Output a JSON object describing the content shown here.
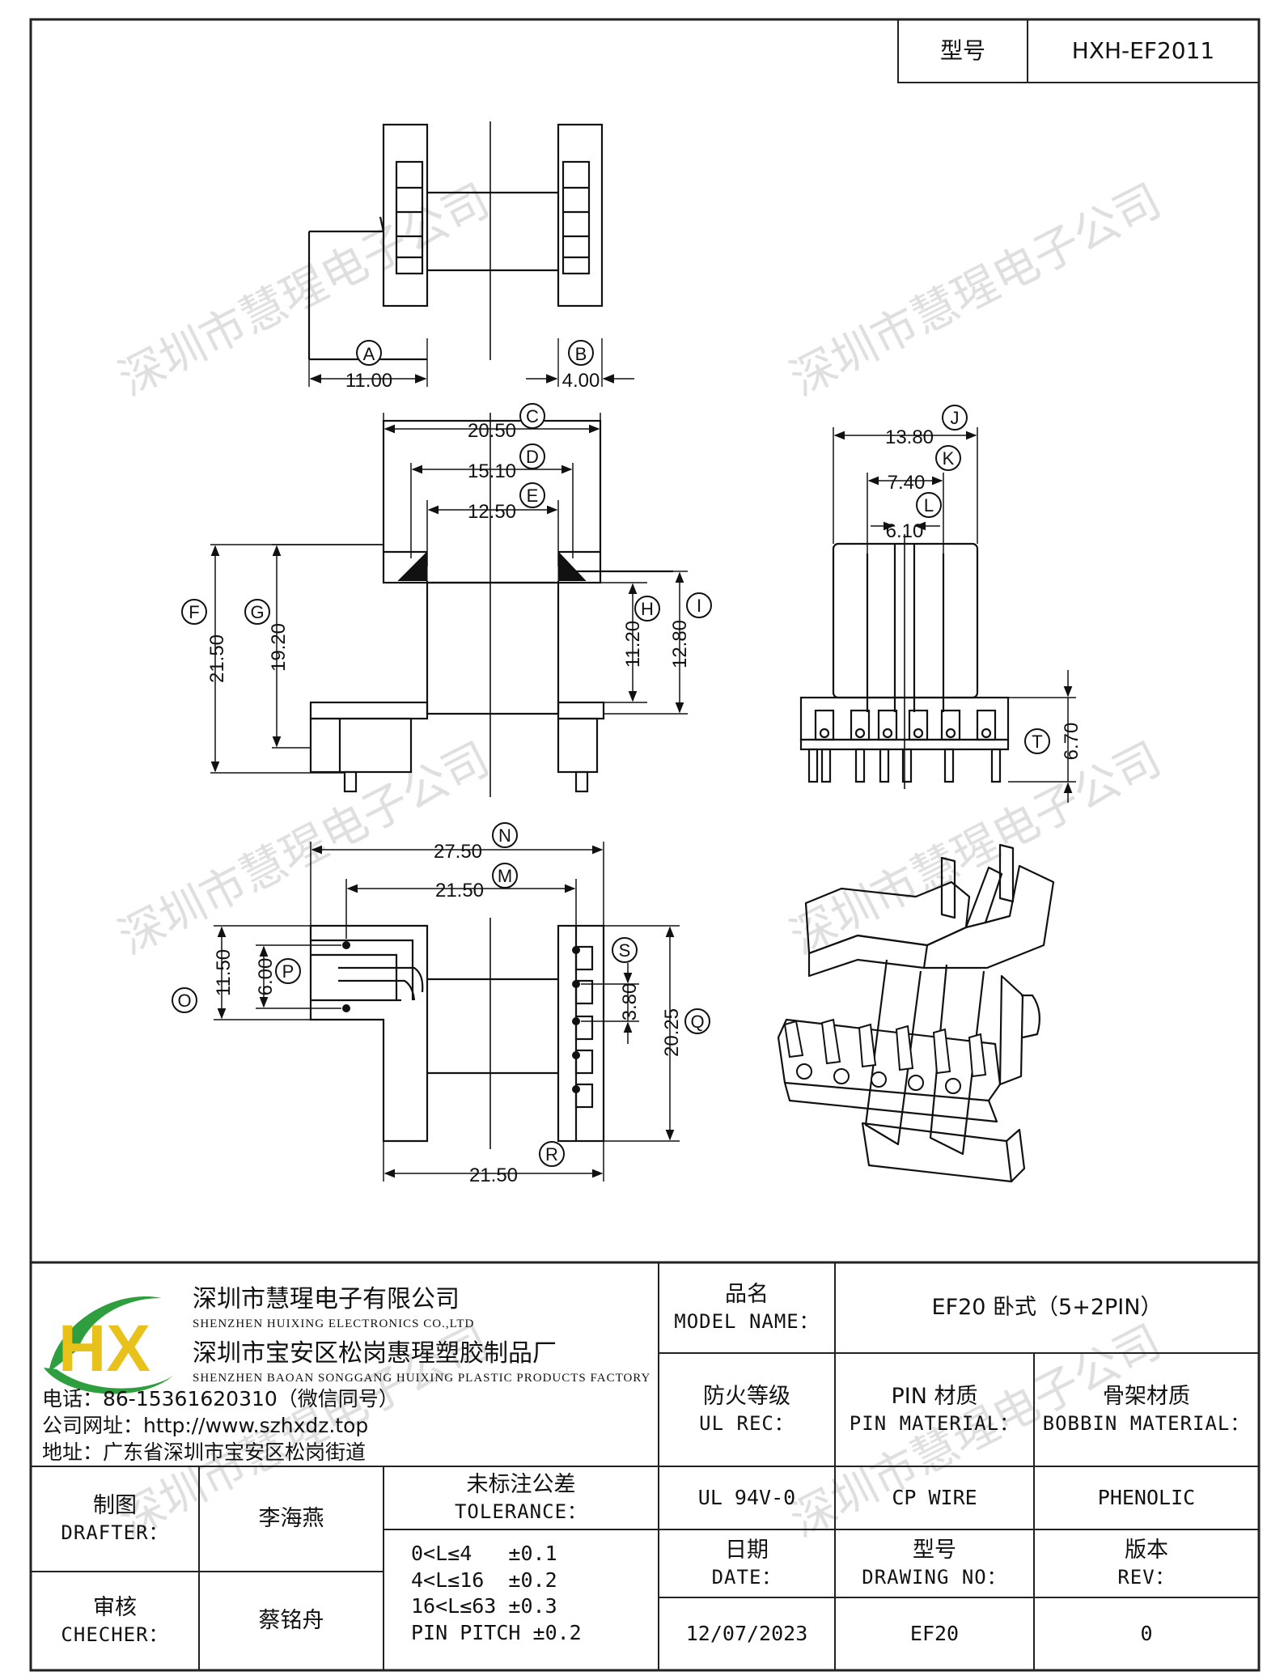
{
  "header": {
    "model_label": "型号",
    "model_value": "HXH-EF2011"
  },
  "watermark": "深圳市慧瑆电子公司",
  "dimensions": {
    "A": {
      "label": "A",
      "value": "11.00"
    },
    "B": {
      "label": "B",
      "value": "4.00"
    },
    "C": {
      "label": "C",
      "value": "20.50"
    },
    "D": {
      "label": "D",
      "value": "15.10"
    },
    "E": {
      "label": "E",
      "value": "12.50"
    },
    "F": {
      "label": "F",
      "value": "21.50"
    },
    "G": {
      "label": "G",
      "value": "19.20"
    },
    "H": {
      "label": "H",
      "value": "11.20"
    },
    "I": {
      "label": "I",
      "value": "12.80"
    },
    "J": {
      "label": "J",
      "value": "13.80"
    },
    "K": {
      "label": "K",
      "value": "7.40"
    },
    "L": {
      "label": "L",
      "value": "6.10"
    },
    "T": {
      "label": "T",
      "value": "6.70"
    },
    "N": {
      "label": "N",
      "value": "27.50"
    },
    "M": {
      "label": "M",
      "value": "21.50"
    },
    "O": {
      "label": "O",
      "value": "11.50"
    },
    "P": {
      "label": "P",
      "value": "6.00"
    },
    "S": {
      "label": "S",
      "value": "3.80"
    },
    "Q": {
      "label": "Q",
      "value": "20.25"
    },
    "R": {
      "label": "R",
      "value": "21.50"
    }
  },
  "logo": {
    "letters": "HX",
    "colors": {
      "green": "#2e9e3e",
      "yellow": "#e8c21a",
      "blue": "#2a6fb5"
    }
  },
  "company": {
    "name_cn": "深圳市慧瑆电子有限公司",
    "name_en": "SHENZHEN HUIXING ELECTRONICS CO.,LTD",
    "factory_cn": "深圳市宝安区松岗惠瑆塑胶制品厂",
    "factory_en": "SHENZHEN BAOAN SONGGANG HUIXING PLASTIC PRODUCTS FACTORY",
    "phone": "电话：86-15361620310（微信同号）",
    "website": "公司网址：http://www.szhxdz.top",
    "address": "地址：广东省深圳市宝安区松岗街道"
  },
  "title_block": {
    "model_name_cn": "品名",
    "model_name_en": "MODEL NAME：",
    "model_name_value": "EF20 卧式（5+2PIN）",
    "ul_rec_cn": "防火等级",
    "ul_rec_en": "UL REC：",
    "pin_material_cn": "PIN 材质",
    "pin_material_en": "PIN MATERIAL：",
    "bobbin_material_cn": "骨架材质",
    "bobbin_material_en": "BOBBIN MATERIAL：",
    "ul_rec_value": "UL 94V-0",
    "pin_material_value": "CP WIRE",
    "bobbin_material_value": "PHENOLIC",
    "drafter_cn": "制图",
    "drafter_en": "DRAFTER：",
    "drafter_value": "李海燕",
    "tolerance_cn": "未标注公差",
    "tolerance_en": "TOLERANCE：",
    "tolerances": [
      "0<L≤4   ±0.1",
      "4<L≤16  ±0.2",
      "16<L≤63 ±0.3",
      "PIN PITCH ±0.2"
    ],
    "checker_cn": "审核",
    "checker_en": "CHECHER：",
    "checker_value": "蔡铭舟",
    "date_cn": "日期",
    "date_en": "DATE：",
    "date_value": "12/07/2023",
    "drawing_no_cn": "型号",
    "drawing_no_en": "DRAWING NO：",
    "drawing_no_value": "EF20",
    "rev_cn": "版本",
    "rev_en": "REV：",
    "rev_value": "0"
  }
}
